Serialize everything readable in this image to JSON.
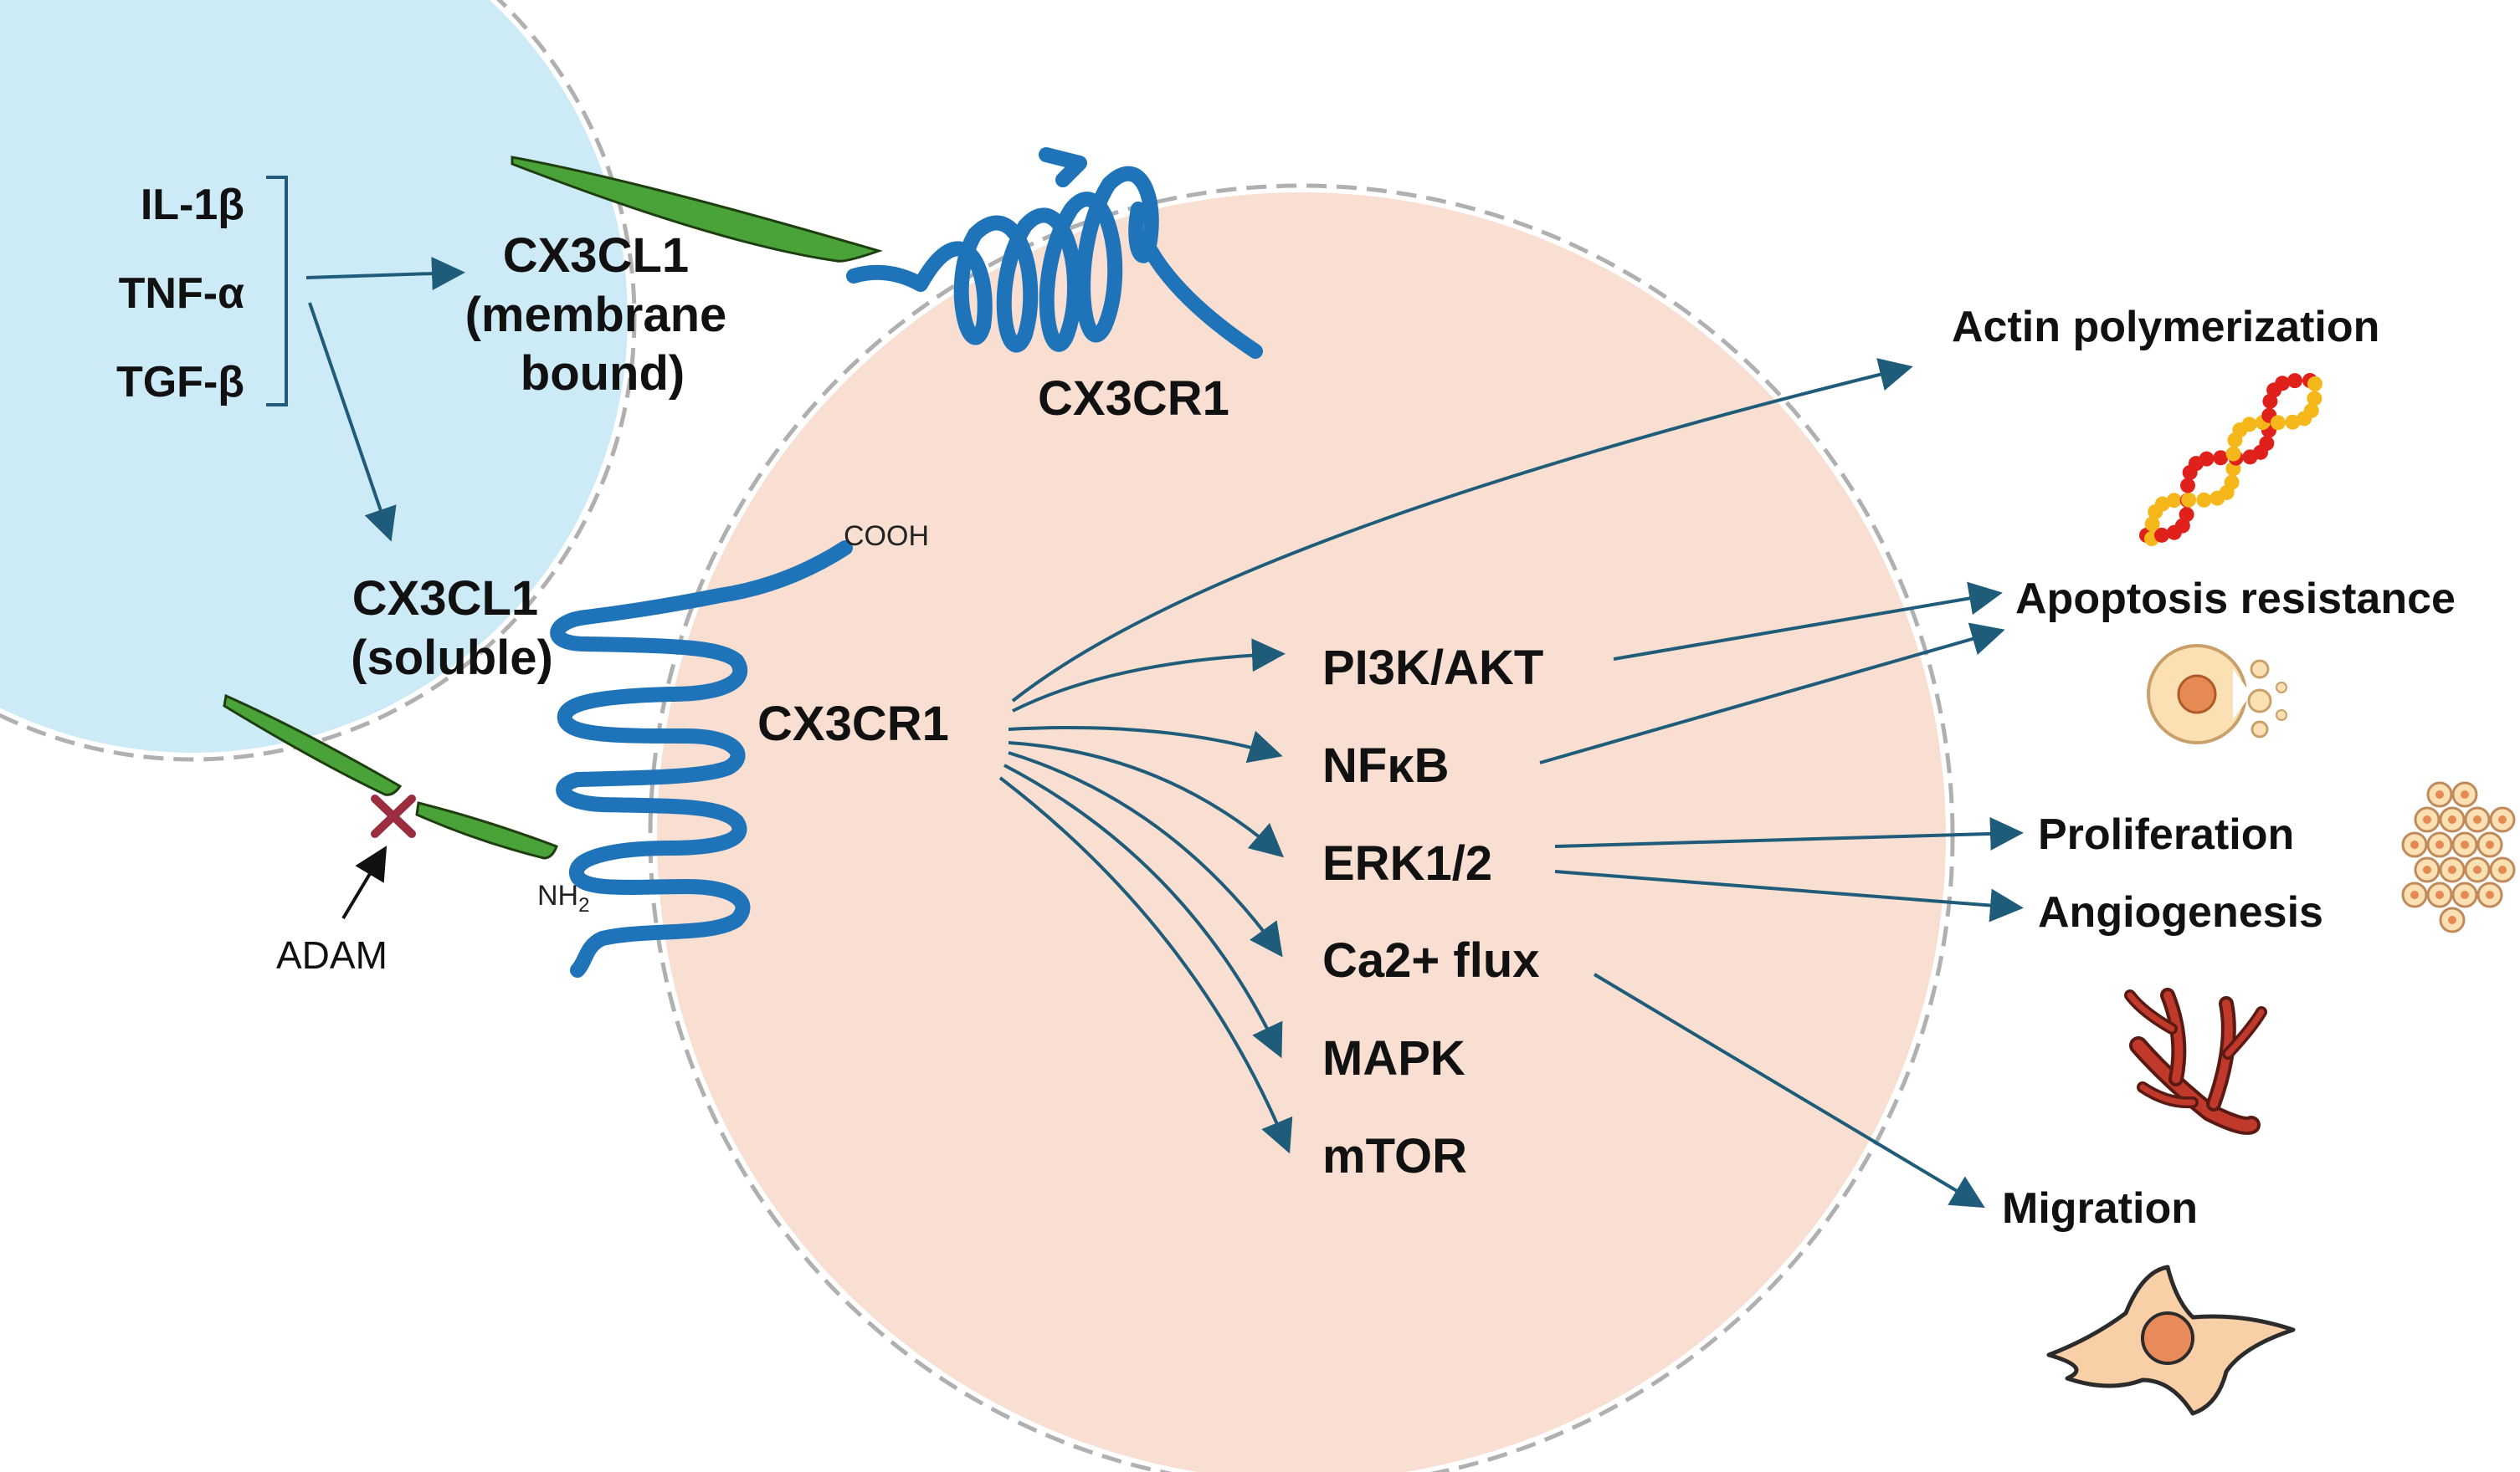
{
  "colors": {
    "left_cell_fill": "#cdeaf7",
    "right_cell_fill": "#f8dfd2",
    "membrane_stroke": "#b0b0b0",
    "receptor_blue": "#1f73b8",
    "ligand_green": "#4aa338",
    "arrow": "#1f5c7a",
    "cleavage_mark": "#9b2d3f"
  },
  "stimuli": [
    "IL-1β",
    "TNF-α",
    "TGF-β"
  ],
  "ligands": {
    "membrane_bound": [
      "CX3CL1",
      "(membrane",
      "bound)"
    ],
    "soluble": [
      "CX3CL1",
      "(soluble)"
    ]
  },
  "receptors": {
    "membrane_receptor": "CX3CR1",
    "target_receptor": "CX3CR1",
    "c_terminus": "COOH",
    "n_terminus_base": "NH",
    "n_terminus_sub": "2"
  },
  "protease": "ADAM",
  "pathways": [
    "PI3K/AKT",
    "NFκB",
    "ERK1/2",
    "Ca2+ flux",
    "MAPK",
    "mTOR"
  ],
  "outcomes": [
    "Actin polymerization",
    "Apoptosis resistance",
    "Proliferation",
    "Angiogenesis",
    "Migration"
  ],
  "icons": [
    "actin-helix-icon",
    "apoptotic-cell-icon",
    "proliferating-cells-icon",
    "blood-vessel-icon",
    "migrating-cell-icon"
  ]
}
